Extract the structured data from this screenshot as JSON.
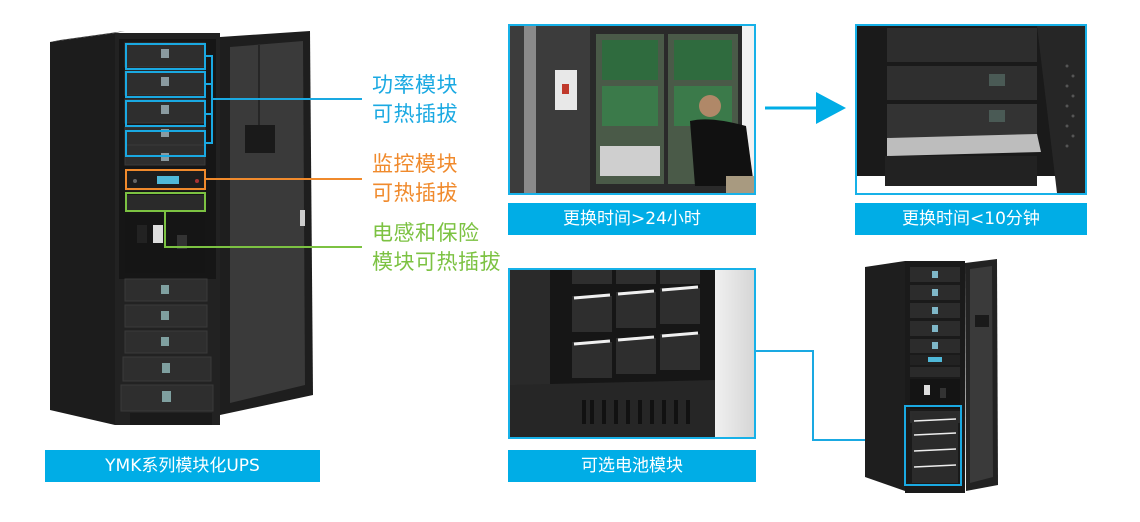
{
  "colors": {
    "accent_blue": "#00ade6",
    "callout_blue": "#1aa9e2",
    "callout_orange": "#f08a2c",
    "callout_green": "#7cc242"
  },
  "main_cabinet": {
    "caption": "YMK系列模块化UPS",
    "callouts": [
      {
        "line1": "功率模块",
        "line2": "可热插拔",
        "color": "blue"
      },
      {
        "line1": "监控模块",
        "line2": "可热插拔",
        "color": "orange"
      },
      {
        "line1": "电感和保险",
        "line2": "模块可热插拔",
        "color": "green"
      }
    ]
  },
  "comparison": {
    "before_caption": "更换时间>24小时",
    "after_caption": "更换时间<10分钟",
    "arrow_icon": "arrow-right-icon"
  },
  "battery": {
    "caption": "可选电池模块"
  }
}
